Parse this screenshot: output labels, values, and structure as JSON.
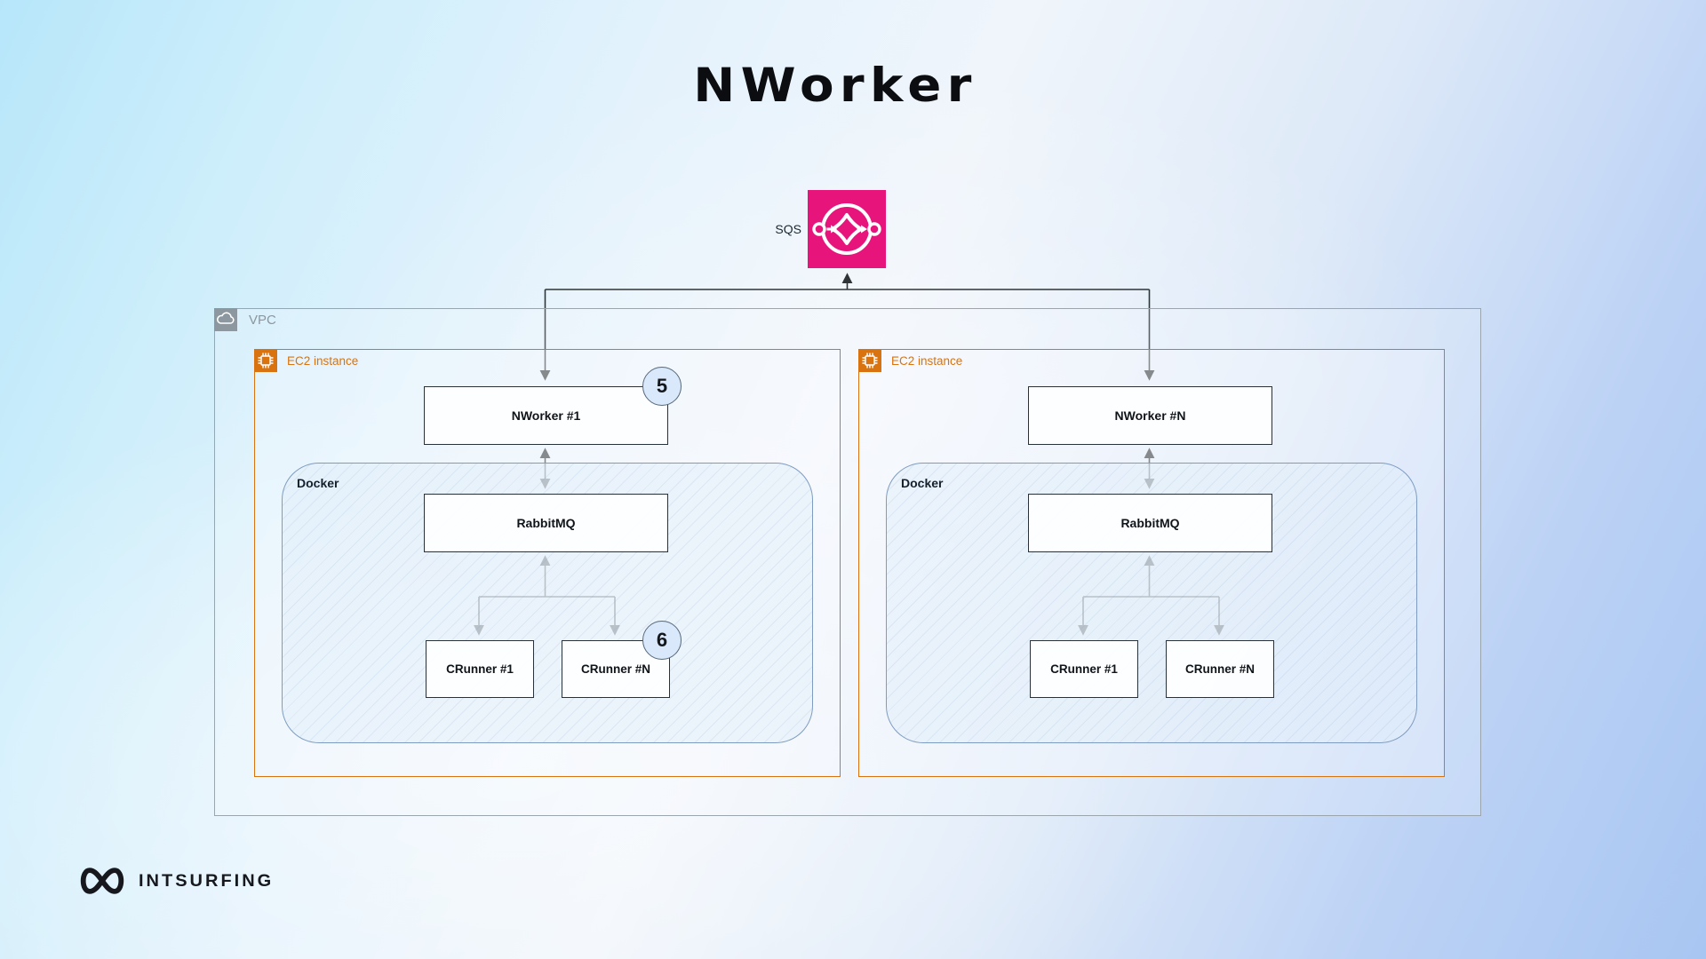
{
  "title": "NWorker",
  "sqs": {
    "label": "SQS"
  },
  "vpc": {
    "label": "VPC"
  },
  "instances": [
    {
      "label": "EC2 instance",
      "worker": "NWorker #1",
      "badges": {
        "worker": "5",
        "runner": "6"
      },
      "docker": {
        "label": "Docker",
        "queue": "RabbitMQ",
        "runner_1": "CRunner #1",
        "runner_n": "CRunner #N"
      }
    },
    {
      "label": "EC2 instance",
      "worker": "NWorker #N",
      "docker": {
        "label": "Docker",
        "queue": "RabbitMQ",
        "runner_1": "CRunner #1",
        "runner_n": "CRunner #N"
      }
    }
  ],
  "logo": {
    "text": "INTSURFING"
  },
  "colors": {
    "sqs_pink": "#E7157B",
    "ec2_orange": "#D9730F",
    "vpc_gray": "#8C979F",
    "docker_border": "#7E9CC2",
    "badge_fill": "#DAE8FC",
    "connector": "#2F3437"
  }
}
